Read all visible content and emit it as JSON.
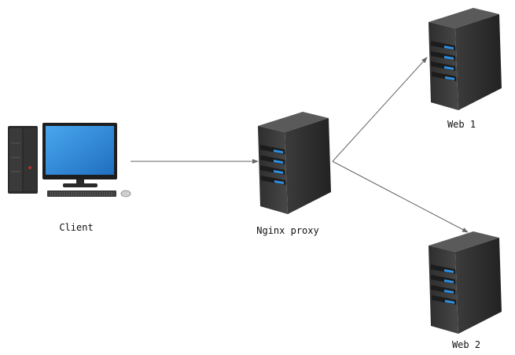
{
  "nodes": {
    "client": {
      "label": "Client",
      "icon": "desktop-computer-icon"
    },
    "proxy": {
      "label": "Nginx proxy",
      "icon": "server-tower-icon"
    },
    "web1": {
      "label": "Web 1",
      "icon": "server-tower-icon"
    },
    "web2": {
      "label": "Web 2",
      "icon": "server-tower-icon"
    }
  },
  "edges": [
    {
      "from": "client",
      "to": "proxy"
    },
    {
      "from": "proxy",
      "to": "web1"
    },
    {
      "from": "proxy",
      "to": "web2"
    }
  ],
  "colors": {
    "server_body": "#3a3a3a",
    "server_side": "#262626",
    "server_top": "#555555",
    "server_led": "#2f8fe0",
    "screen": "#2a8ad8",
    "edge": "#666666"
  }
}
